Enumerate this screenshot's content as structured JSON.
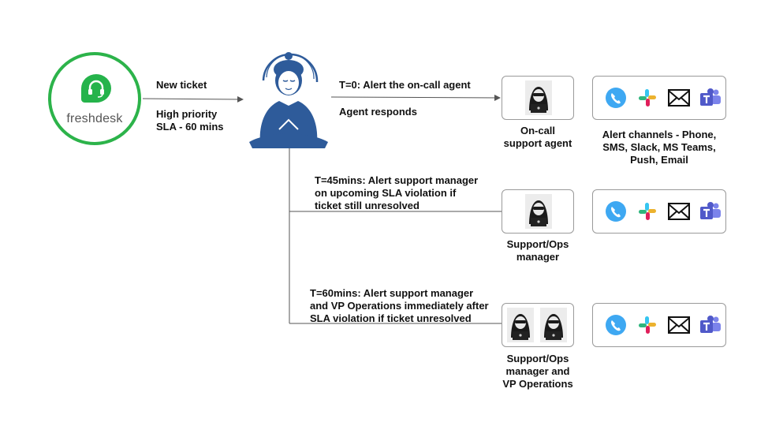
{
  "source": {
    "logo_text": "freshdesk"
  },
  "ticket": {
    "line1": "New ticket",
    "line2": "High priority",
    "line3": "SLA - 60 mins"
  },
  "step0": {
    "alert": "T=0: Alert the on-call agent",
    "response": "Agent responds"
  },
  "step45": {
    "line1": "T=45mins: Alert support manager",
    "line2": "on upcoming SLA violation if",
    "line3": "ticket still unresolved"
  },
  "step60": {
    "line1": "T=60mins: Alert support manager",
    "line2": "and VP Operations immediately after",
    "line3": "SLA violation if ticket unresolved"
  },
  "roles": {
    "oncall": {
      "line1": "On-call",
      "line2": "support agent"
    },
    "manager": {
      "line1": "Support/Ops",
      "line2": "manager"
    },
    "vp": {
      "line1": "Support/Ops",
      "line2": "manager and",
      "line3": "VP Operations"
    }
  },
  "channels_caption": {
    "line1": "Alert channels - Phone,",
    "line2": "SMS, Slack, MS Teams,",
    "line3": "Push, Email"
  },
  "channel_icons": [
    "phone-icon",
    "slack-icon",
    "email-icon",
    "ms-teams-icon"
  ],
  "colors": {
    "freshdesk_green": "#25b34b",
    "buddha_blue": "#2e5b9a",
    "phone_blue": "#3ea8f2",
    "teams_purple": "#5059c9"
  }
}
